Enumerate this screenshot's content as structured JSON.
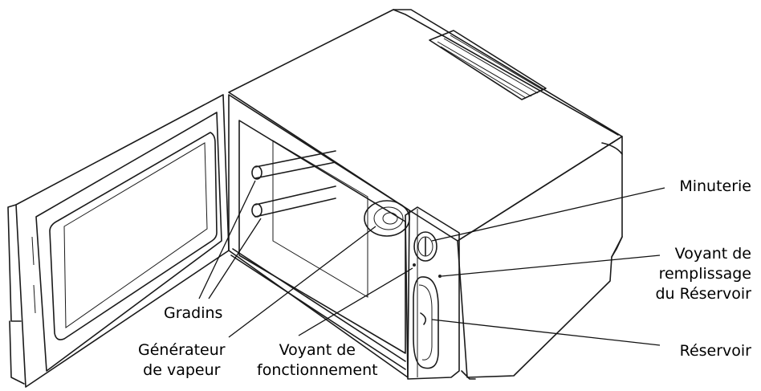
{
  "labels": {
    "minuterie": "Minuterie",
    "voyant_remplissage": [
      "Voyant de",
      "remplissage",
      "du Réservoir"
    ],
    "reservoir": "Réservoir",
    "gradins": "Gradins",
    "generateur": [
      "Générateur",
      "de vapeur"
    ],
    "voyant_fonctionnement": [
      "Voyant de",
      "fonctionnement"
    ]
  }
}
